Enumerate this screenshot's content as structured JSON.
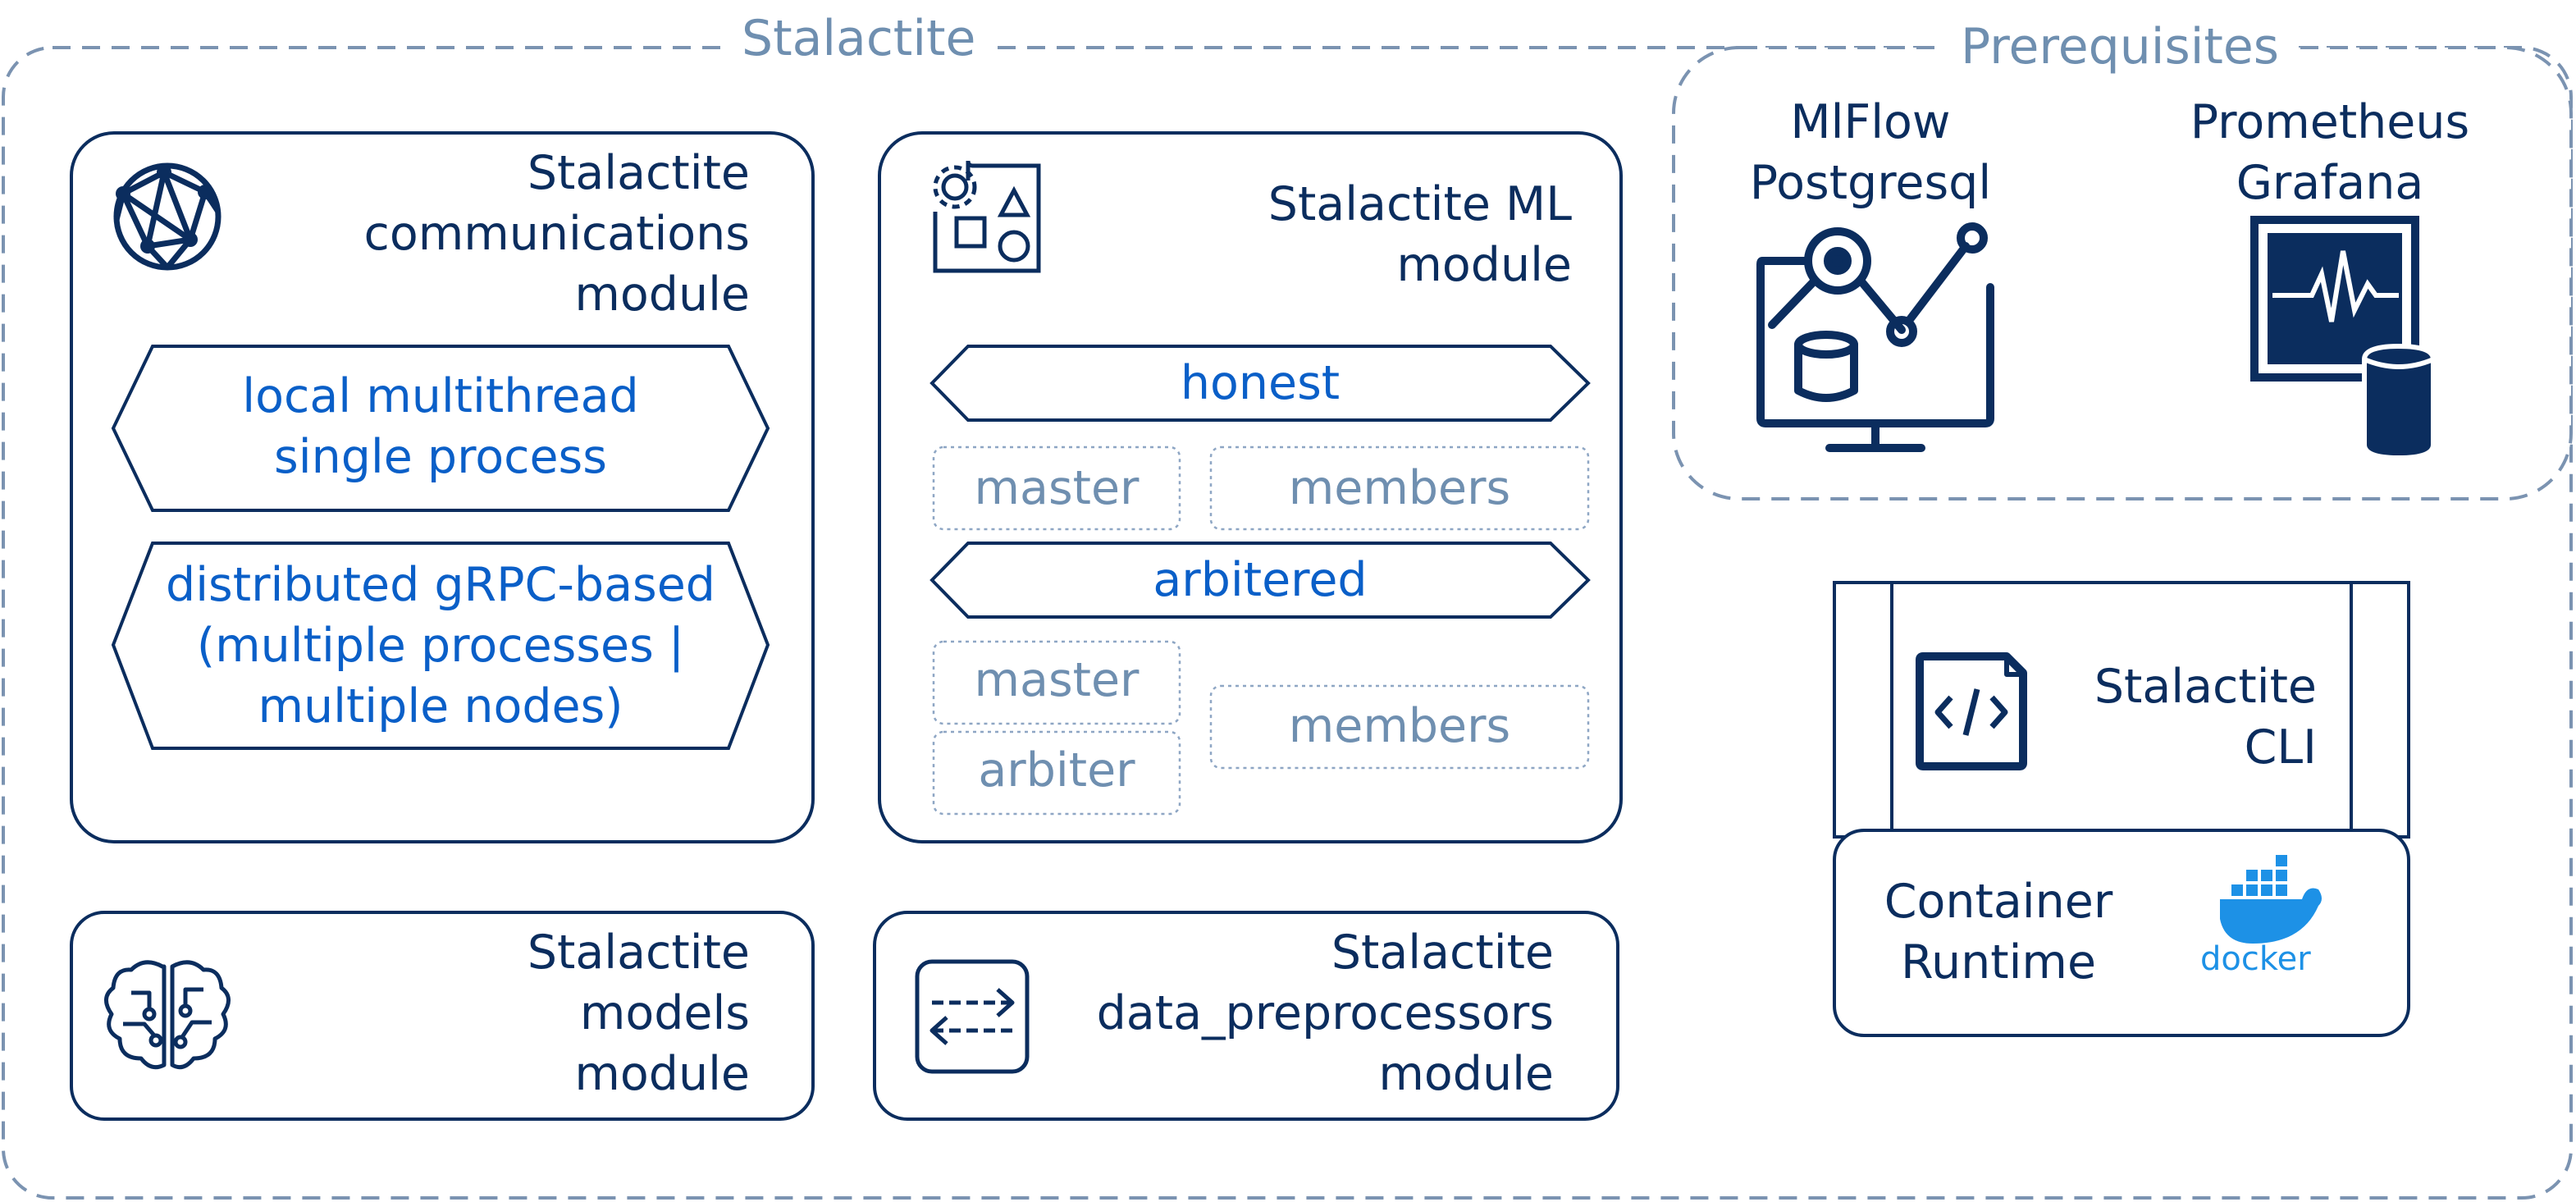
{
  "groups": {
    "stalactite_title": "Stalactite",
    "prerequisites_title": "Prerequisites"
  },
  "communications": {
    "title": [
      "Stalactite",
      "communications",
      "module"
    ],
    "local": [
      "local multithread",
      "single process"
    ],
    "distributed": [
      "distributed gRPC-based",
      "(multiple processes |",
      "multiple nodes)"
    ],
    "icon": "network-globe-icon"
  },
  "ml": {
    "title": [
      "Stalactite ML",
      "module"
    ],
    "honest": "honest",
    "arbitered": "arbitered",
    "honest_master": "master",
    "honest_members": "members",
    "arb_master": "master",
    "arb_arbiter": "arbiter",
    "arb_members": "members",
    "icon": "shapes-gear-icon"
  },
  "models": {
    "title": [
      "Stalactite",
      "models",
      "module"
    ],
    "icon": "circuit-brain-icon"
  },
  "preprocessors": {
    "title": [
      "Stalactite",
      "data_preprocessors",
      "module"
    ],
    "icon": "transfer-arrows-icon"
  },
  "prereq": {
    "mlflow": [
      "MlFlow",
      "Postgresql"
    ],
    "prometheus": [
      "Prometheus",
      "Grafana"
    ],
    "mlflow_icon": "analytics-monitor-database-icon",
    "prometheus_icon": "monitor-database-icon"
  },
  "cli": {
    "title": [
      "Stalactite",
      "CLI"
    ],
    "icon": "code-file-icon"
  },
  "runtime": {
    "title": [
      "Container",
      "Runtime"
    ],
    "docker": "docker",
    "icon": "docker-whale-icon"
  },
  "colors": {
    "dark": "#0b2d5e",
    "blue": "#0a5fc8",
    "grey": "#6f8fb0",
    "docker": "#1d91e6"
  }
}
